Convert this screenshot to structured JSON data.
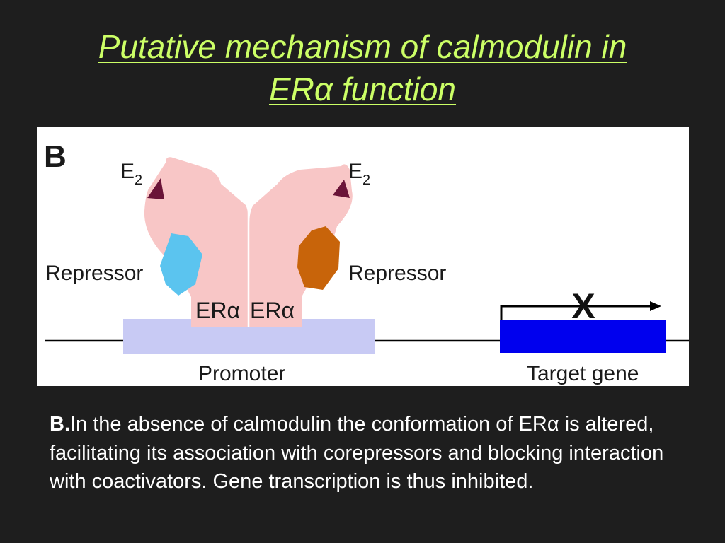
{
  "slide": {
    "title_line1": "Putative mechanism of calmodulin in",
    "title_line2": "ERα function"
  },
  "diagram": {
    "panel_label": "B",
    "ligand_left": {
      "base": "E",
      "sub": "2"
    },
    "ligand_right": {
      "base": "E",
      "sub": "2"
    },
    "repressor_left": "Repressor",
    "repressor_right": "Repressor",
    "receptor_left": "ERα",
    "receptor_right": "ERα",
    "promoter_label": "Promoter",
    "target_label": "Target gene",
    "block_mark": "X",
    "colors": {
      "receptor": "#f8c6c6",
      "repressor_left": "#5bc4ef",
      "repressor_right": "#c8640a",
      "ligand": "#6a1438",
      "promoter": "#c8caf4",
      "target_gene": "#0000ee",
      "line": "#000000"
    }
  },
  "caption": {
    "label": "B.",
    "text": "In the absence of calmodulin the conformation of ERα is altered, facilitating its association with corepressors and blocking interaction with coactivators. Gene transcription is thus inhibited."
  }
}
